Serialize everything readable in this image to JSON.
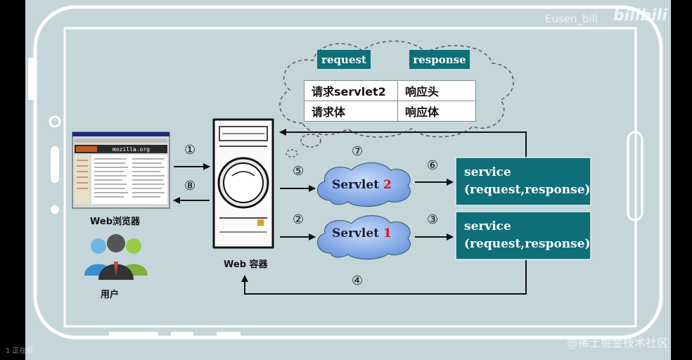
{
  "watermark_top": "Eusen_bill",
  "watermark_brand": "bilibili",
  "watermark_bottom": "@稀土掘金技术社区",
  "status_text": "1 正在看",
  "cloud": {
    "headers": [
      "request",
      "response"
    ],
    "rows": [
      [
        "请求servlet2",
        "响应头"
      ],
      [
        "请求体",
        "响应体"
      ]
    ]
  },
  "browser_label": "Web浏览器",
  "user_label": "用户",
  "container_label": "Web 容器",
  "servlet_word": "Servlet",
  "servlets": [
    {
      "id": "servlet-2",
      "number": "2"
    },
    {
      "id": "servlet-1",
      "number": "1"
    }
  ],
  "services": [
    {
      "line1": "service",
      "line2": "(request,response)"
    },
    {
      "line1": "service",
      "line2": "(request,response)"
    }
  ],
  "steps": [
    "①",
    "②",
    "③",
    "④",
    "⑤",
    "⑥",
    "⑦",
    "⑧"
  ],
  "mozilla_text": "mozilla.org",
  "colors": {
    "service_box": "#0e6f79",
    "cloud_fill": "#7fa6e8",
    "number_red": "#e01010",
    "frame_bg": "#c5d6db"
  }
}
